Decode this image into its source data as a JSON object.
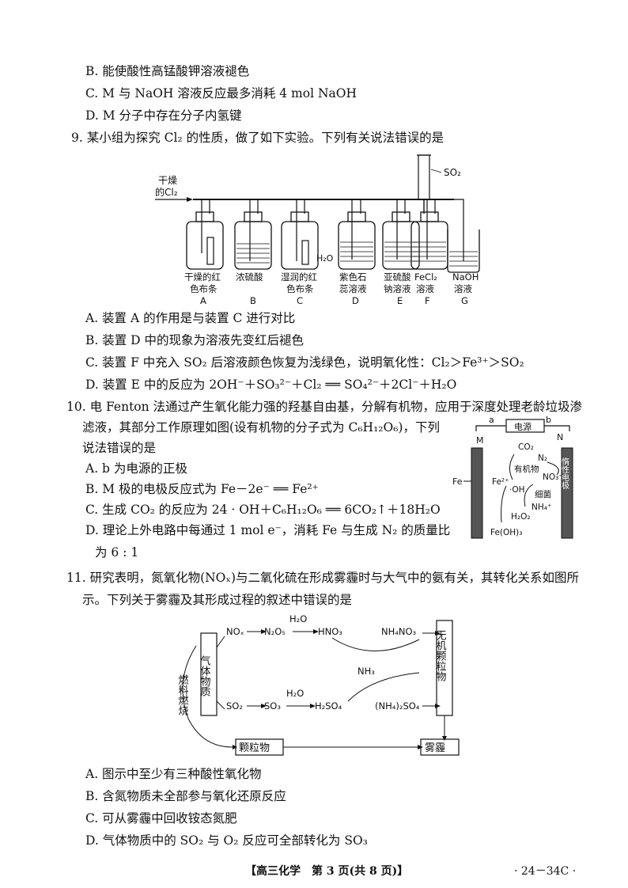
{
  "q8": {
    "optB": "B. 能使酸性高锰酸钾溶液褪色",
    "optC": "C. M 与 NaOH 溶液反应最多消耗 4 mol NaOH",
    "optD": "D. M 分子中存在分子内氢键"
  },
  "q9": {
    "stem": "9. 某小组为探究 Cl₂ 的性质，做了如下实验。下列有关说法错误的是",
    "figure": {
      "inlet": [
        "干燥",
        "的Cl₂"
      ],
      "so2": "SO₂",
      "h2o": "H₂O",
      "devices": [
        {
          "label": [
            "干燥的红",
            "色布条"
          ],
          "letter": "A"
        },
        {
          "label": [
            "浓硫酸"
          ],
          "letter": "B"
        },
        {
          "label": [
            "湿润的红",
            "色布条"
          ],
          "letter": "C"
        },
        {
          "label": [
            "紫色石",
            "蕊溶液"
          ],
          "letter": "D"
        },
        {
          "label": [
            "亚硫酸",
            "钠溶液"
          ],
          "letter": "E"
        },
        {
          "label": [
            "FeCl₂",
            "溶液"
          ],
          "letter": "F"
        },
        {
          "label": [
            "NaOH",
            "溶液"
          ],
          "letter": "G"
        }
      ]
    },
    "optA": "A. 装置 A 的作用是与装置 C 进行对比",
    "optB": "B. 装置 D 中的现象为溶液先变红后褪色",
    "optC": "C. 装置 F 中充入 SO₂ 后溶液颜色恢复为浅绿色，说明氧化性：Cl₂＞Fe³⁺＞SO₂",
    "optD": "D. 装置 E 中的反应为 2OH⁻＋SO₃²⁻＋Cl₂ ══ SO₄²⁻＋2Cl⁻＋H₂O"
  },
  "q10": {
    "stem1": "10. 电 Fenton 法通过产生氧化能力强的羟基自由基，分解有机物，应用于深度处理老龄垃圾渗",
    "stem2": "滤液，其部分工作原理如图(设有机物的分子式为 C₆H₁₂O₆)，下列",
    "stem3": "说法错误的是",
    "optA": "A. b 为电源的正极",
    "optB": "B. M 极的电极反应式为 Fe－2e⁻ ══ Fe²⁺",
    "optC": "C. 生成 CO₂ 的反应为 24 · OH＋C₆H₁₂O₆ ══ 6CO₂↑＋18H₂O",
    "optD1": "D. 理论上外电路中每通过 1 mol e⁻，消耗 Fe 与生成 N₂ 的质量比",
    "optD2": "为 6 : 1",
    "figure": {
      "a": "a",
      "b": "b",
      "power": "电源",
      "M": "M",
      "N": "N",
      "Fe": "Fe",
      "Fe2": "Fe²⁺",
      "CO2": "CO₂",
      "organic": "有机物",
      "N2": "N₂",
      "NO3": "NO₃⁻",
      "OH": "·OH",
      "bacteria": "细菌",
      "NH4": "NH₄⁺",
      "H2O2": "H₂O₂",
      "FeOH": "Fe(OH)₃",
      "inert": "惰性电极"
    }
  },
  "q11": {
    "stem1": "11. 研究表明，氮氧化物(NOₓ)与二氧化硫在形成雾霾时与大气中的氨有关，其转化关系如图所",
    "stem2": "示。下列关于雾霾及其形成过程的叙述中错误的是",
    "figure": {
      "gas": "气体物质",
      "fuel": "燃料燃烧",
      "row1": [
        "NOₓ",
        "N₂O₅",
        "HNO₃",
        "NH₄NO₃"
      ],
      "row2": [
        "SO₂",
        "SO₃",
        "H₂SO₄",
        "(NH₄)₂SO₄"
      ],
      "h2o": "H₂O",
      "nh3": "NH₃",
      "inorganic": "无机颗粒物",
      "particle": "颗粒物",
      "haze": "雾霾"
    },
    "optA": "A. 图示中至少有三种酸性氧化物",
    "optB": "B. 含氮物质未全部参与氧化还原反应",
    "optC": "C. 可从雾霾中回收铵态氮肥",
    "optD": "D. 气体物质中的 SO₂ 与 O₂ 反应可全部转化为 SO₃"
  },
  "footer": {
    "center": "【高三化学　第 3 页(共 8 页)】",
    "right": "· 24－34C ·"
  }
}
